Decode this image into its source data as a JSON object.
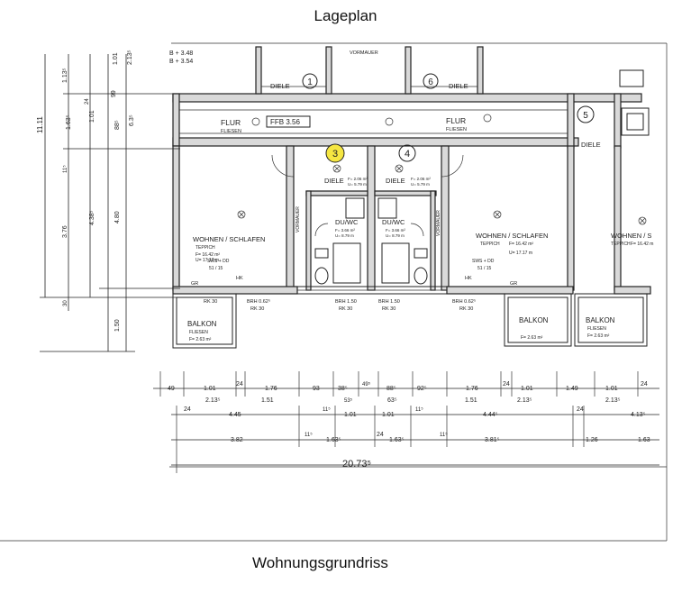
{
  "titles": {
    "top": "Lageplan",
    "bottom": "Wohnungsgrundriss"
  },
  "highlight_color": "#f5e642",
  "unit_numbers": [
    "1",
    "6",
    "5",
    "3",
    "4"
  ],
  "top_notes": {
    "b1": "B + 3.48",
    "b2": "B + 3.54",
    "vormauer": "VORMAUER"
  },
  "rooms": {
    "flur_left": {
      "name": "FLUR",
      "floor": "FLIESEN",
      "ffb": "FFB 3.56"
    },
    "flur_right": {
      "name": "FLUR",
      "floor": "FLIESEN"
    },
    "diele_top1": "DIELE",
    "diele_top6": "DIELE",
    "diele_top5": "DIELE",
    "diele_left": {
      "name": "DIELE",
      "f": "F= 2.06 m²",
      "u": "U= 5.79 m"
    },
    "diele_right": {
      "name": "DIELE",
      "f": "F= 2.06 m²",
      "u": "U= 5.79 m"
    },
    "duwc_left": {
      "name": "DU/WC",
      "f": "F= 3.66 m²",
      "u": "U= 8.79 m"
    },
    "duwc_right": {
      "name": "DU/WC",
      "f": "F= 3.66 m²",
      "u": "U= 8.79 m"
    },
    "wohnen_left": {
      "name": "WOHNEN / SCHLAFEN",
      "floor": "TEPPICH",
      "f": "F= 16.42 m²",
      "u": "U= 17.17 m",
      "sws": "SWS + DD",
      "sws_val": "51 / 15"
    },
    "wohnen_right": {
      "name": "WOHNEN / SCHLAFEN",
      "floor": "TEPPICH",
      "f": "F= 16.42 m²",
      "u": "U= 17.17 m",
      "sws": "SWS + DD",
      "sws_val": "51 / 15"
    },
    "wohnen_far": {
      "name": "WOHNEN / S",
      "floor": "TEPPICH",
      "f": "F= 16.42 m"
    },
    "balkon_left": {
      "name": "BALKON",
      "floor": "FLIESEN",
      "f": "F= 2.63 m²"
    },
    "balkon_mid": {
      "name": "BALKON",
      "f": "F= 2.63 m²"
    },
    "balkon_right": {
      "name": "BALKON",
      "floor": "FLIESEN",
      "f": "F= 2.63 m²"
    },
    "vormauer": "VORMAUER"
  },
  "window_notes": [
    "BRH 0.62⁵",
    "RK 30",
    "BRH 1.50",
    "RK 30",
    "BRH 1.50",
    "RK 30",
    "BRH 0.62⁵",
    "RK 30",
    "RK 30",
    "GR",
    "GR",
    "HK",
    "HK"
  ],
  "left_dims": [
    "1.01",
    "2.13⁵",
    "1.13⁵",
    "24",
    "99",
    "1.01",
    "1.63⁵",
    "6.3⁵",
    "88⁵",
    "11.11",
    "11⁵",
    "3.76",
    "4.38⁵",
    "4.80",
    "30",
    "1.50"
  ],
  "bottom_dims": {
    "row1": [
      "49",
      "1.01",
      "24",
      "1.76",
      "93",
      "38⁵",
      "49⁵",
      "88⁵",
      "92⁵",
      "1.76",
      "24",
      "1.01",
      "1.49",
      "1.01",
      "24"
    ],
    "row2": [
      "2.13⁵",
      "1.51",
      "53⁵",
      "63⁵",
      "1.51",
      "2.13⁵",
      "2.13⁵"
    ],
    "row3": [
      "24",
      "4.45",
      "11⁵",
      "1.01",
      "1.01",
      "11⁵",
      "4.44⁵",
      "24",
      "4.13⁵"
    ],
    "row4": [
      "3.82",
      "11⁵",
      "1.63⁵",
      "24",
      "1.63⁵",
      "11⁵",
      "3.81⁵",
      "1.26",
      "1.63"
    ],
    "total": "20.73⁵"
  }
}
